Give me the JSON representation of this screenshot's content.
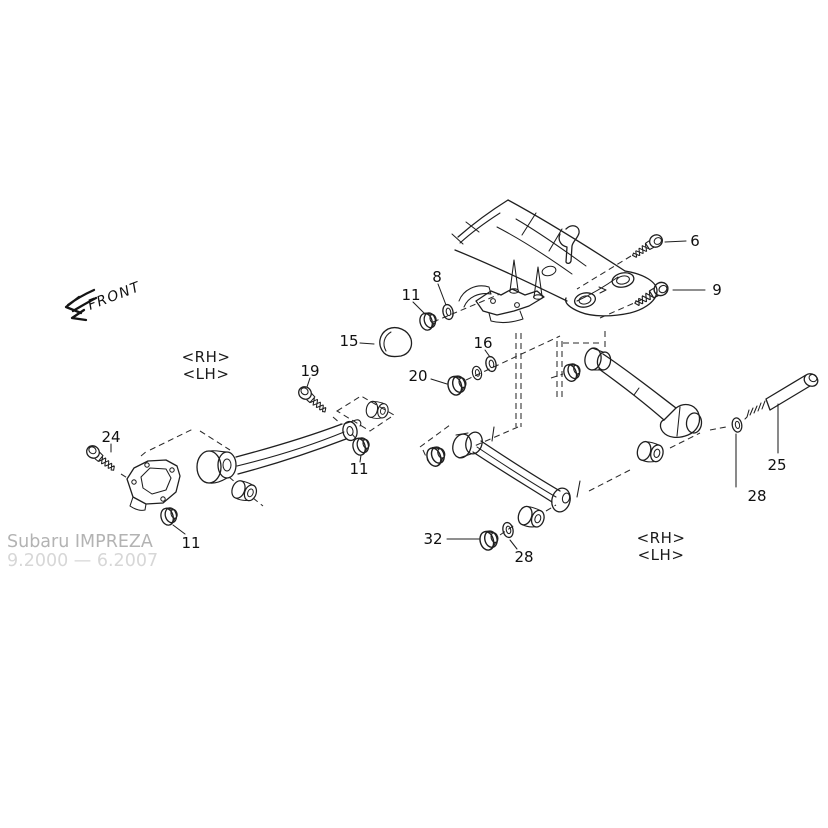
{
  "diagram": {
    "front_label": "FRONT",
    "rh_label": "<RH>",
    "lh_label": "<LH>",
    "callouts": {
      "n6": "6",
      "n8": "8",
      "n9": "9",
      "n11": "11",
      "n15": "15",
      "n16": "16",
      "n19": "19",
      "n20": "20",
      "n24": "24",
      "n25": "25",
      "n28": "28",
      "n32": "32"
    },
    "watermark": {
      "line1": "Subaru IMPREZA",
      "line2": "9.2000 — 6.2007"
    },
    "colors": {
      "background": "#ffffff",
      "line": "#1f1f1f",
      "callout_text": "#101010",
      "watermark_primary": "#b3b3b3",
      "watermark_secondary": "#d7d7d7"
    },
    "icons": {
      "front_arrow": "hand-drawn arrow pointing to front-left"
    }
  }
}
